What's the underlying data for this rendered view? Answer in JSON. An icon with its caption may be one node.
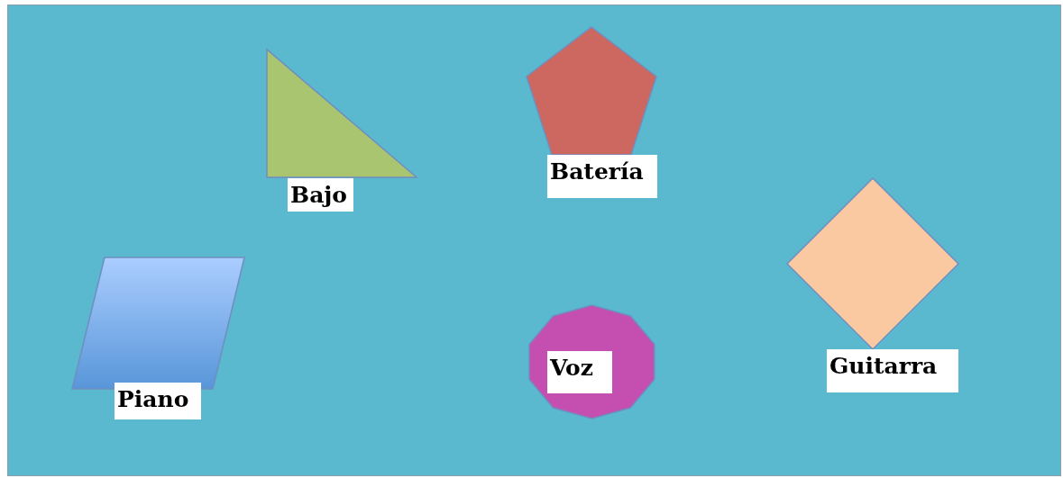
{
  "diagram": {
    "nodes": [
      {
        "text": [
          "Bajo"
        ]
      },
      {
        "text": [
          "Batería"
        ]
      },
      {
        "text": [
          "Guitarra"
        ]
      },
      {
        "text": [
          "Piano"
        ]
      },
      {
        "text": [
          "Voz"
        ]
      }
    ]
  }
}
